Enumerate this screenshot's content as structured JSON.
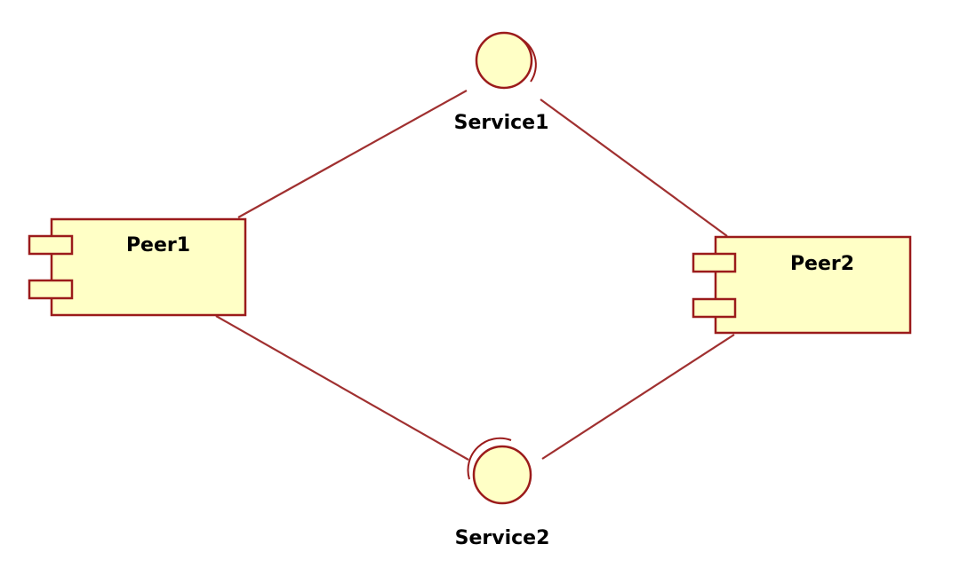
{
  "diagram": {
    "components": [
      {
        "id": "peer1",
        "label": "Peer1"
      },
      {
        "id": "peer2",
        "label": "Peer2"
      }
    ],
    "interfaces": [
      {
        "id": "service1",
        "label": "Service1"
      },
      {
        "id": "service2",
        "label": "Service2"
      }
    ],
    "connections": [
      {
        "from": "peer1",
        "to": "service1"
      },
      {
        "from": "service1",
        "to": "peer2"
      },
      {
        "from": "peer1",
        "to": "service2"
      },
      {
        "from": "service2",
        "to": "peer2"
      }
    ]
  },
  "colors": {
    "stroke": "#9b1b1b",
    "fill": "#ffffc6",
    "line": "#a03030",
    "text": "#000000"
  }
}
